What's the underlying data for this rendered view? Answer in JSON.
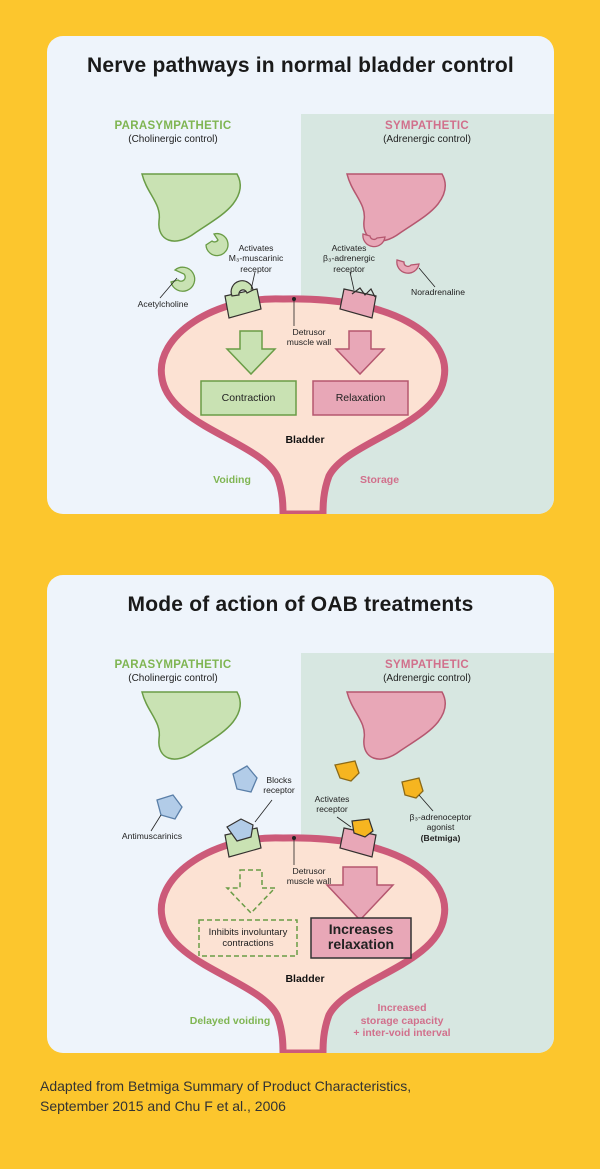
{
  "panels": {
    "normal": {
      "title": "Nerve pathways in normal bladder control",
      "parasympathetic": "PARASYMPATHETIC",
      "parasympathetic_sub": "(Cholinergic control)",
      "sympathetic": "SYMPATHETIC",
      "sympathetic_sub": "(Adrenergic control)",
      "acetylcholine": "Acetylcholine",
      "activates_m3": "Activates",
      "activates_m3_2": "M₃-muscarinic",
      "activates_m3_3": "receptor",
      "activates_b3": "Activates",
      "activates_b3_2": "β₃-adrenergic",
      "activates_b3_3": "receptor",
      "noradrenaline": "Noradrenaline",
      "detrusor": "Detrusor",
      "detrusor_2": "muscle wall",
      "contraction": "Contraction",
      "relaxation": "Relaxation",
      "bladder": "Bladder",
      "voiding": "Voiding",
      "storage": "Storage"
    },
    "treatment": {
      "title": "Mode of action of OAB treatments",
      "parasympathetic": "PARASYMPATHETIC",
      "parasympathetic_sub": "(Cholinergic control)",
      "sympathetic": "SYMPATHETIC",
      "sympathetic_sub": "(Adrenergic control)",
      "antimuscarinics": "Antimuscarinics",
      "blocks": "Blocks",
      "blocks_2": "receptor",
      "activates": "Activates",
      "activates_2": "receptor",
      "agonist_1": "β₃-adrenoceptor",
      "agonist_2": "agonist",
      "agonist_3": "(Betmiga)",
      "detrusor": "Detrusor",
      "detrusor_2": "muscle wall",
      "inhibits": "Inhibits involuntary",
      "inhibits_2": "contractions",
      "increases": "Increases",
      "increases_2": "relaxation",
      "bladder": "Bladder",
      "delayed": "Delayed voiding",
      "increased_1": "Increased",
      "increased_2": "storage capacity",
      "increased_3": "+ inter-void interval"
    }
  },
  "colors": {
    "background": "#fcc62d",
    "panel": "#eef4fb",
    "sympathetic_zone": "#d7e7e1",
    "green_fill": "#c9e2b3",
    "green_stroke": "#6a9c46",
    "pink_fill": "#e8a7b7",
    "pink_stroke": "#b5576f",
    "bladder_fill": "#fce2d3",
    "bladder_wall": "#cc5a79",
    "blue_fill": "#b2cce8",
    "orange_fill": "#f6b520"
  },
  "footer": {
    "line1": "Adapted from Betmiga Summary of Product Characteristics,",
    "line2": "September 2015 and Chu F et al., 2006"
  }
}
